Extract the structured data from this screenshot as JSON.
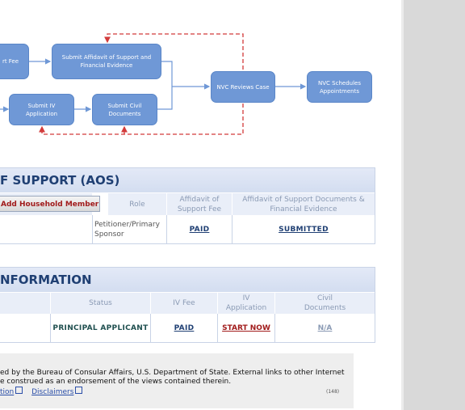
{
  "flowchart": {
    "nodes": {
      "pay_fee": "rt Fee",
      "submit_aos": "Submit Affidavit of Support and Financial Evidence",
      "submit_iv": "Submit IV Application",
      "submit_civil": "Submit Civil Documents",
      "nvc_review": "NVC Reviews Case",
      "nvc_schedule": "NVC Schedules Appointments"
    }
  },
  "aos_section": {
    "title": "F SUPPORT (AOS)",
    "add_button": "Add Household Member",
    "headers": {
      "role": "Role",
      "fee": "Affidavit of Support Fee",
      "docs": "Affidavit of Support Documents & Financial Evidence"
    },
    "row": {
      "role": "Petitioner/Primary Sponsor",
      "fee": "PAID",
      "docs": "SUBMITTED"
    }
  },
  "applicant_section": {
    "title": "NFORMATION",
    "headers": {
      "status": "Status",
      "iv_fee": "IV Fee",
      "iv_app": "IV Application",
      "civil": "Civil Documents"
    },
    "row": {
      "status": "PRINCIPAL APPLICANT",
      "iv_fee": "PAID",
      "iv_app": "START NOW",
      "civil": "N/A"
    }
  },
  "footer": {
    "line1": "ed by the Bureau of Consular Affairs, U.S. Department of State. External links to other Internet",
    "line2": "e construed as an endorsement of the views contained therein.",
    "link1": "tion",
    "link2": "Disclaimers",
    "code": "(148)"
  },
  "colors": {
    "node_fill": "#6f98d6",
    "dashed_red": "#d23a3a",
    "title_blue": "#1f3f73"
  }
}
